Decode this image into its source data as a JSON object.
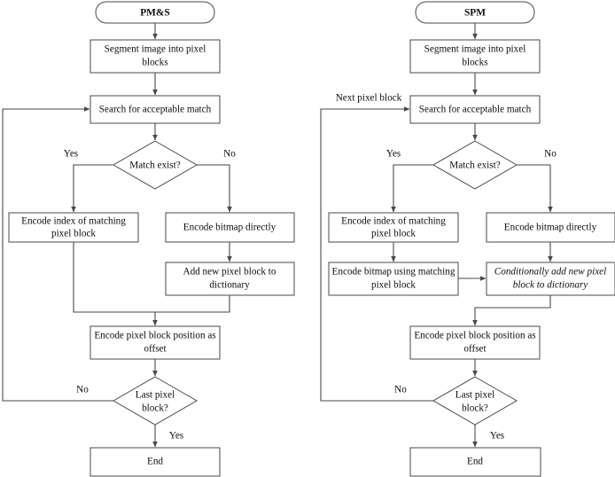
{
  "figure": {
    "type": "flowchart",
    "panels": [
      {
        "id": "pms",
        "title": "PM&S",
        "nodes": {
          "start": "PM&S",
          "segment": [
            "Segment image into pixel",
            "blocks"
          ],
          "search": [
            "Search for acceptable match"
          ],
          "decision_match": [
            "Match exist?"
          ],
          "encode_index": [
            "Encode index of matching",
            "pixel block"
          ],
          "encode_bitmap": [
            "Encode bitmap directly"
          ],
          "add_block": [
            "Add new pixel block to",
            "dictionary"
          ],
          "encode_offset": [
            "Encode pixel block position as",
            "offset"
          ],
          "decision_last": [
            "Last pixel",
            "block?"
          ],
          "end": "End"
        },
        "edge_labels": {
          "match_yes": "Yes",
          "match_no": "No",
          "last_no": "No",
          "last_yes": "Yes"
        }
      },
      {
        "id": "spm",
        "title": "SPM",
        "nodes": {
          "start": "SPM",
          "segment": [
            "Segment image into pixel",
            "blocks"
          ],
          "search": [
            "Search for acceptable match"
          ],
          "decision_match": [
            "Match exist?"
          ],
          "encode_index": [
            "Encode index of matching",
            "pixel block"
          ],
          "encode_bitmap": [
            "Encode bitmap directly"
          ],
          "encode_using": [
            "Encode bitmap using matching",
            "pixel block"
          ],
          "cond_add": [
            "Conditionally add new pixel",
            "block to dictionary"
          ],
          "encode_offset": [
            "Encode pixel block position as",
            "offset"
          ],
          "decision_last": [
            "Last pixel",
            "block?"
          ],
          "end": "End"
        },
        "edge_labels": {
          "next_pixel_block": "Next pixel block",
          "match_yes": "Yes",
          "match_no": "No",
          "last_no": "No",
          "last_yes": "Yes"
        }
      }
    ],
    "colors": {
      "stroke": "#4a4a4a",
      "text": "#0d0d0d",
      "background": "#ffffff"
    }
  }
}
